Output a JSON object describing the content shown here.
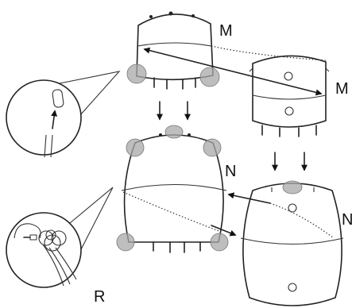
{
  "labels": {
    "m_top": "M",
    "m_right": "M",
    "n_left": "N",
    "n_right": "N",
    "r": "R"
  }
}
